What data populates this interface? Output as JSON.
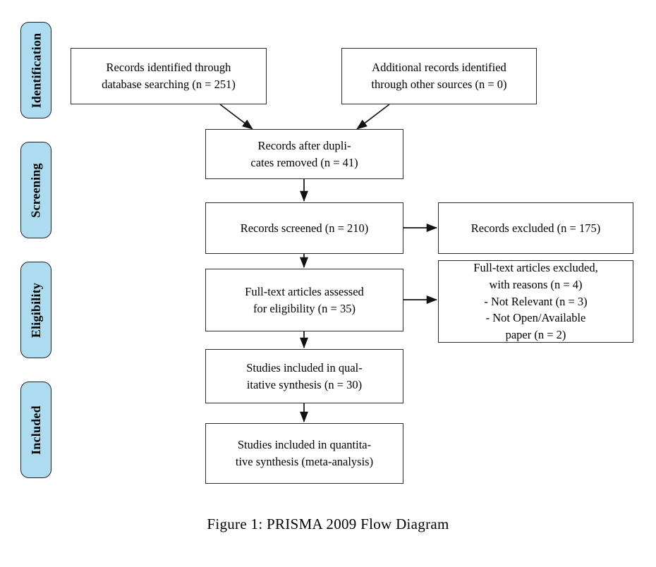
{
  "figure": {
    "caption": "Figure 1: PRISMA 2009 Flow Diagram",
    "accent_color": "#ADDCF0",
    "border_color": "#2b2b2b",
    "background_color": "#ffffff"
  },
  "stages": [
    {
      "id": "identification",
      "label": "Identification"
    },
    {
      "id": "screening",
      "label": "Screening"
    },
    {
      "id": "eligibility",
      "label": "Eligibility"
    },
    {
      "id": "included",
      "label": "Included"
    }
  ],
  "boxes": [
    {
      "id": "records-identified-database",
      "text": "Records identified through\ndatabase searching (n = 251)",
      "count": 251
    },
    {
      "id": "additional-records-other-sources",
      "text": "Additional records identified\nthrough other sources (n = 0)",
      "count": 0
    },
    {
      "id": "records-after-duplicates-removed",
      "text": "Records after dupli-\ncates removed (n = 41)",
      "count": 41
    },
    {
      "id": "records-screened",
      "text": "Records screened (n = 210)",
      "count": 210
    },
    {
      "id": "records-excluded",
      "text": "Records excluded (n = 175)",
      "count": 175
    },
    {
      "id": "fulltext-assessed",
      "text": "Full-text articles assessed\nfor eligibility (n = 35)",
      "count": 35
    },
    {
      "id": "fulltext-excluded",
      "text": "Full-text articles excluded,\nwith reasons (n = 4)\n- Not Relevant (n = 3)\n- Not Open/Available\npaper (n = 2)",
      "count": 4
    },
    {
      "id": "qualitative-synthesis",
      "text": "Studies included in qual-\nitative synthesis (n = 30)",
      "count": 30
    },
    {
      "id": "quantitative-synthesis",
      "text": "Studies included in quantita-\ntive synthesis (meta-analysis)",
      "count": null
    }
  ]
}
